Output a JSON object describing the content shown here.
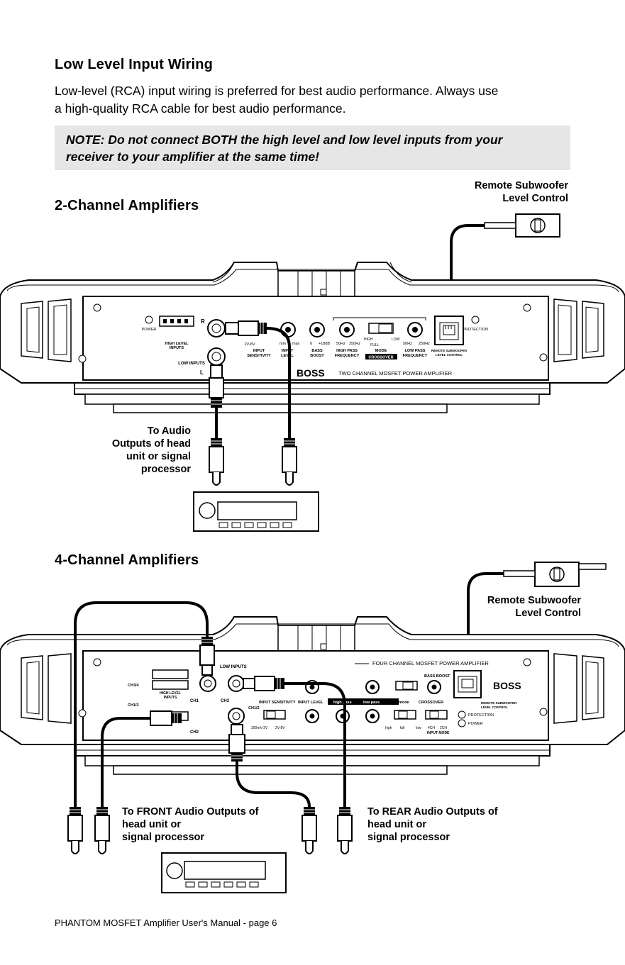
{
  "heading": "Low Level Input Wiring",
  "intro": [
    "Low-level (RCA) input wiring is preferred for best audio performance. Always use",
    "a high-quality RCA cable for best audio performance."
  ],
  "note": [
    "NOTE: Do not connect BOTH the high level and low level inputs from your",
    "receiver to your amplifier at the same time!"
  ],
  "section2": {
    "title": "2-Channel Amplifiers",
    "remote_label": [
      "Remote Subwoofer",
      "Level Control"
    ],
    "audio_label": [
      "To Audio",
      "Outputs of head",
      "unit or signal",
      "processor"
    ],
    "panel": {
      "power": "POWER",
      "high_level_inputs": [
        "HIGH LEVEL",
        "INPUTS"
      ],
      "r": "R",
      "l": "L",
      "low_inputs": "LOW INPUTS",
      "input_sensitivity": [
        "INPUT",
        "SENSITIVITY"
      ],
      "sens_range": "2V-8V",
      "input_level": [
        "INPUT",
        "LEVEL"
      ],
      "min": "min",
      "max": "max",
      "bass_boost": [
        "BASS",
        "BOOST"
      ],
      "bass_range": [
        "0",
        "+18dB"
      ],
      "high_pass": [
        "HIGH PASS",
        "FREQUENCY"
      ],
      "hp_range": [
        "50Hz",
        "250Hz"
      ],
      "mode": "MODE",
      "mode_opts": [
        "HIGH",
        "FULL",
        "LOW"
      ],
      "crossover": "CROSSOVER",
      "low_pass": [
        "LOW PASS",
        "FREQUENCY"
      ],
      "lp_range": [
        "50Hz",
        "250Hz"
      ],
      "remote_port": [
        "REMOTE SUBWOOFER",
        "LEVEL CONTROL"
      ],
      "protection": "PROTECTION",
      "brand": "BOSS",
      "model": "TWO CHANNEL MOSFET POWER AMPLIFIER"
    }
  },
  "section4": {
    "title": "4-Channel Amplifiers",
    "remote_label": [
      "Remote Subwoofer",
      "Level Control"
    ],
    "front_label": [
      "To FRONT Audio Outputs of",
      "head unit or",
      "signal processor"
    ],
    "rear_label": [
      "To REAR Audio Outputs of",
      "head unit or",
      "signal processor"
    ],
    "panel": {
      "model": "FOUR CHANNEL MOSFET POWER AMPLIFIER",
      "brand": "BOSS",
      "ch34": "CH3/4",
      "ch12": "CH1/2",
      "high_level_inputs": [
        "HIGH LEVEL",
        "INPUTS"
      ],
      "low_inputs": "LOW INPUTS",
      "ch1": "CH1",
      "ch2": "CH2",
      "ch3": "CH3",
      "input_sensitivity": "INPUT SENSITIVITY",
      "input_level": "INPUT LEVEL",
      "high_pass": "high pass",
      "low_pass": "low pass",
      "mode": "mode",
      "crossover": "CROSSOVER",
      "bass_boost": "BASS BOOST",
      "sens_ranges": [
        "300mV-2V",
        "2V-8V"
      ],
      "mode_opts": [
        "high",
        "full",
        "low"
      ],
      "input_mode": [
        "4CH",
        "2CH",
        "INPUT MODE"
      ],
      "remote_port": [
        "REMOTE SUBWOOFER",
        "LEVEL CONTROL"
      ],
      "protection": "PROTECTION",
      "power": "POWER"
    }
  },
  "footer": "PHANTOM MOSFET Amplifier User's Manual - page 6"
}
